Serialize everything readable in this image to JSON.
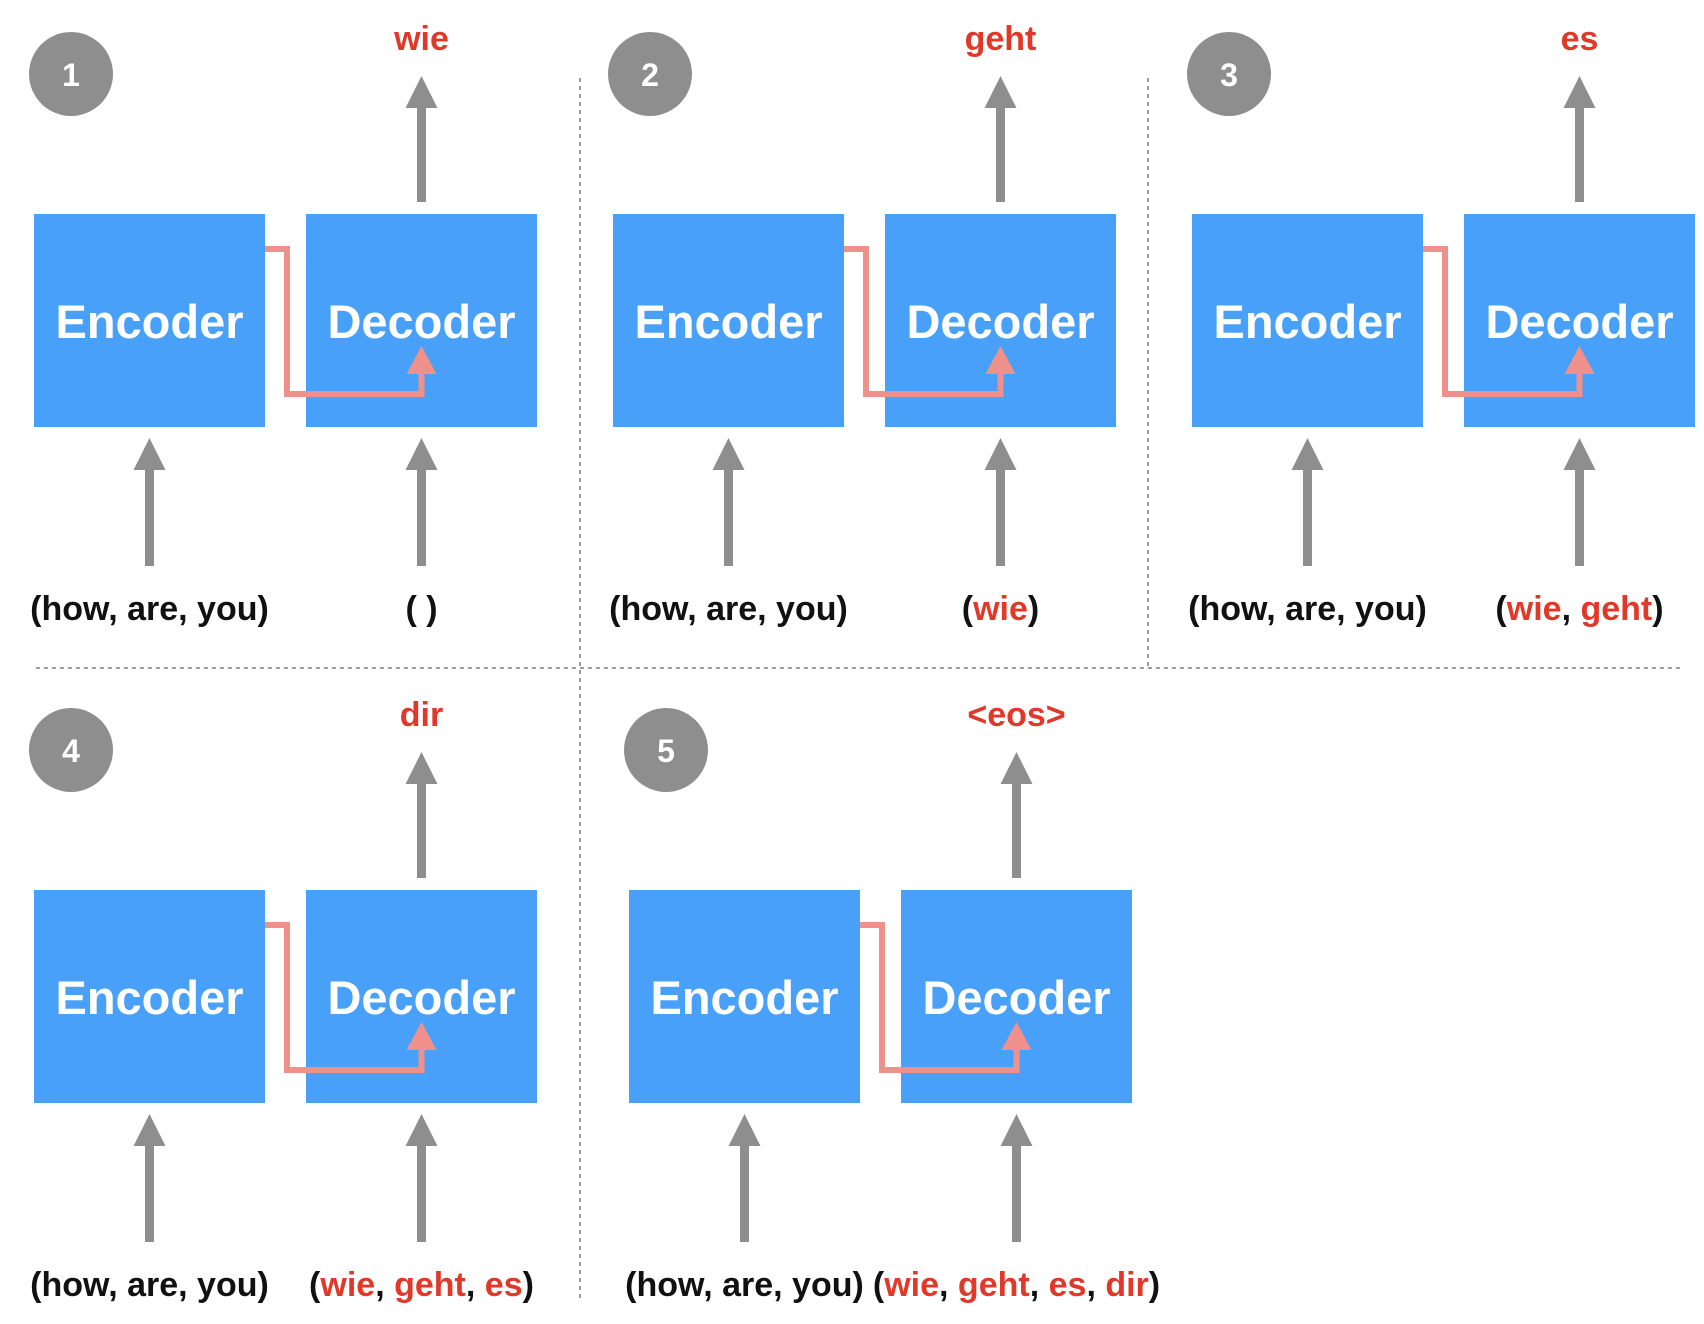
{
  "encoder_label": "Encoder",
  "decoder_label": "Decoder",
  "colors": {
    "box": "#48a0f8",
    "badge": "#8e8e8e",
    "token": "#e0392a",
    "context": "#f0908a",
    "text": "#111111"
  },
  "steps": [
    {
      "number": "1",
      "output": "wie",
      "encoder_input": "(how, are, you)",
      "decoder_input": {
        "open": "(",
        "tokens": [],
        "close": " )"
      }
    },
    {
      "number": "2",
      "output": "geht",
      "encoder_input": "(how, are, you)",
      "decoder_input": {
        "open": "(",
        "tokens": [
          "wie"
        ],
        "close": ")"
      }
    },
    {
      "number": "3",
      "output": "es",
      "encoder_input": "(how, are, you)",
      "decoder_input": {
        "open": "(",
        "tokens": [
          "wie",
          "geht"
        ],
        "close": ")"
      }
    },
    {
      "number": "4",
      "output": "dir",
      "encoder_input": "(how, are, you)",
      "decoder_input": {
        "open": "(",
        "tokens": [
          "wie",
          "geht",
          "es"
        ],
        "close": ")"
      }
    },
    {
      "number": "5",
      "output": "<eos>",
      "encoder_input": "(how, are, you)",
      "decoder_input": {
        "open": "(",
        "tokens": [
          "wie",
          "geht",
          "es",
          "dir"
        ],
        "close": ")"
      }
    }
  ]
}
